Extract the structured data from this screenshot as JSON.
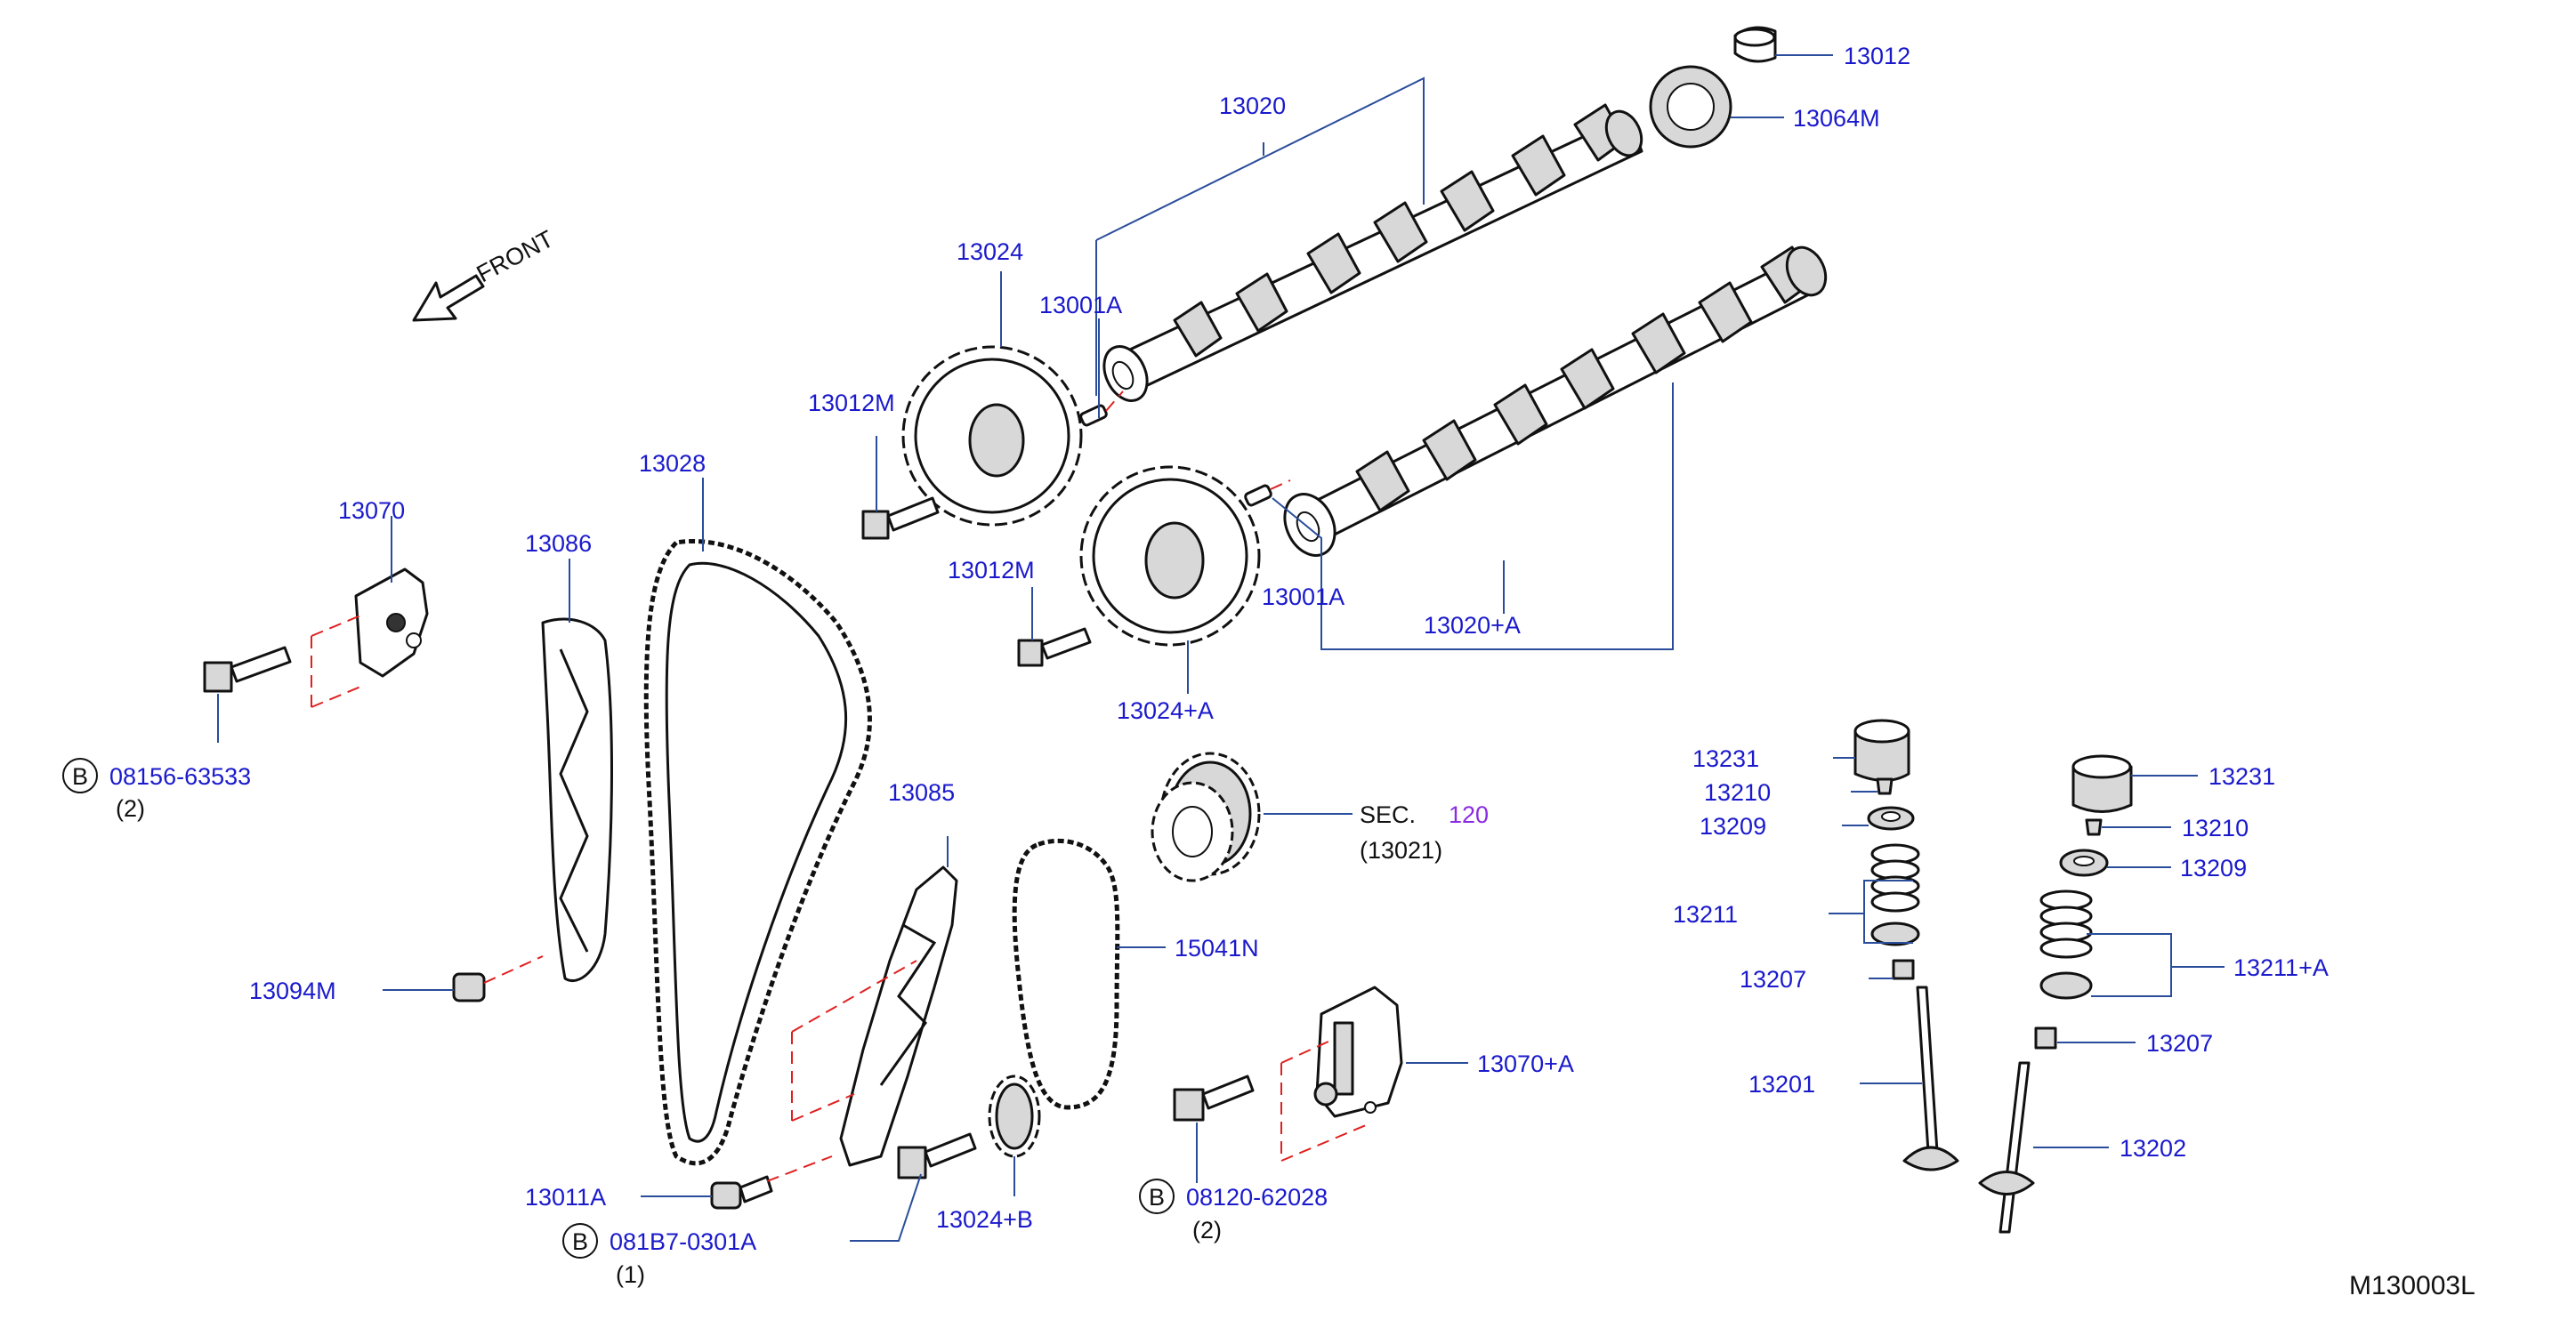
{
  "front_label": "FRONT",
  "diagram_code": "M130003L",
  "callouts": {
    "c13012": "13012",
    "c13064M": "13064M",
    "c13020": "13020",
    "c13024": "13024",
    "c13001A_top": "13001A",
    "c13012M_top": "13012M",
    "c13028": "13028",
    "c13070": "13070",
    "c13086": "13086",
    "c13012M_mid": "13012M",
    "c13001A_mid": "13001A",
    "c13020A": "13020+A",
    "c13024A": "13024+A",
    "c13085": "13085",
    "sec": "SEC.",
    "sec_num": "120",
    "sec_part": "(13021)",
    "c15041N": "15041N",
    "c13070A": "13070+A",
    "c13094M": "13094M",
    "c13011A": "13011A",
    "c13024B": "13024+B",
    "bolt1_num": "08156-63533",
    "bolt1_qty": "(2)",
    "bolt2_num": "081B7-0301A",
    "bolt2_qty": "(1)",
    "bolt3_num": "08120-62028",
    "bolt3_qty": "(2)",
    "bolt_marker": "B",
    "c13231_l": "13231",
    "c13210_l": "13210",
    "c13209_l": "13209",
    "c13211": "13211",
    "c13207_l": "13207",
    "c13201": "13201",
    "c13231_r": "13231",
    "c13210_r": "13210",
    "c13209_r": "13209",
    "c13211A": "13211+A",
    "c13207_r": "13207",
    "c13202": "13202"
  },
  "colors": {
    "callout_text": "#1a1acc",
    "leader_line": "#2a4d9b",
    "hidden_line": "#e02020",
    "section_ref": "#8a2be2"
  }
}
